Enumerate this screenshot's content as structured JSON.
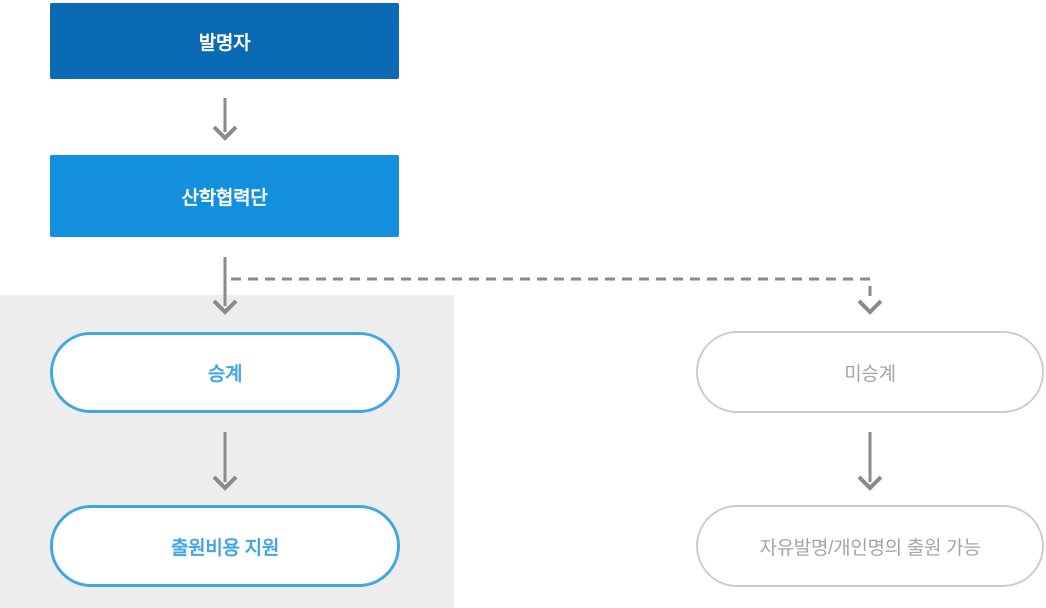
{
  "diagram": {
    "title": "invention-succession-flowchart",
    "nodes": {
      "inventor": {
        "label": "발명자",
        "type": "filled",
        "color": "#0a6ab3"
      },
      "foundation": {
        "label": "산학협력단",
        "type": "filled",
        "color": "#1290de"
      },
      "succession": {
        "label": "승계",
        "type": "outline-blue",
        "color": "#41a7e4"
      },
      "cost_support": {
        "label": "출원비용 지원",
        "type": "outline-blue",
        "color": "#41a7e4"
      },
      "non_succession": {
        "label": "미승계",
        "type": "outline-gray",
        "color": "#a5a5a5"
      },
      "free_invention": {
        "label": "자유발명/개인명의 출원 가능",
        "type": "outline-gray",
        "color": "#a5a5a5"
      }
    },
    "edges": [
      {
        "from": "inventor",
        "to": "foundation",
        "style": "solid"
      },
      {
        "from": "foundation",
        "to": "succession",
        "style": "solid"
      },
      {
        "from": "foundation",
        "to": "non_succession",
        "style": "dashed"
      },
      {
        "from": "succession",
        "to": "cost_support",
        "style": "solid"
      },
      {
        "from": "non_succession",
        "to": "free_invention",
        "style": "solid"
      }
    ],
    "colors": {
      "primary_dark": "#0a6ab3",
      "primary": "#1290de",
      "accent_blue": "#41a7e4",
      "panel_background": "#ededed",
      "arrow_gray": "#8a8a8a",
      "muted_border": "#cdcdcd",
      "muted_text": "#a5a5a5"
    }
  }
}
